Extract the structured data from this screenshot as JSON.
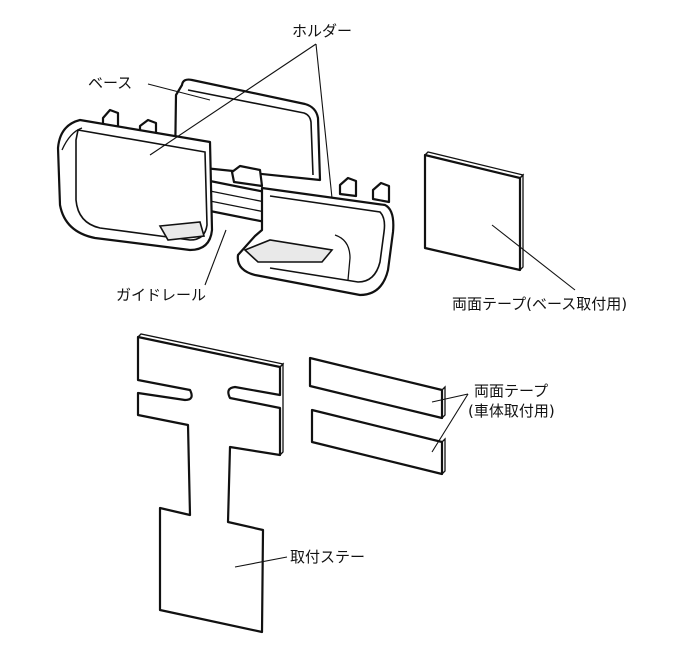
{
  "labels": {
    "holder": "ホルダー",
    "base": "ベース",
    "guide_rail": "ガイドレール",
    "tape_base_line1": "両面テープ(ベース取付用)",
    "tape_body_line1": "両面テープ",
    "tape_body_line2": "(車体取付用)",
    "stay": "取付ステー"
  }
}
